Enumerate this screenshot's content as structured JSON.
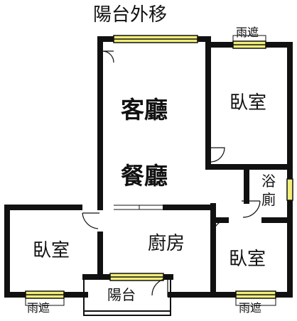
{
  "balcony_note": "陽台外移",
  "rooms": {
    "living": "客廳",
    "dining": "餐廳",
    "bedroom_ne": "臥室",
    "bath_line1": "浴",
    "bath_line2": "廁",
    "bedroom_sw": "臥室",
    "kitchen": "廚房",
    "bedroom_se": "臥室",
    "balcony": "陽台"
  },
  "awnings": {
    "top": "雨遮",
    "bottom_left": "雨遮",
    "bottom_right": "雨遮"
  },
  "colors": {
    "wall": "#111111",
    "window_fill": "#f2ee7a",
    "background": "#ffffff"
  }
}
